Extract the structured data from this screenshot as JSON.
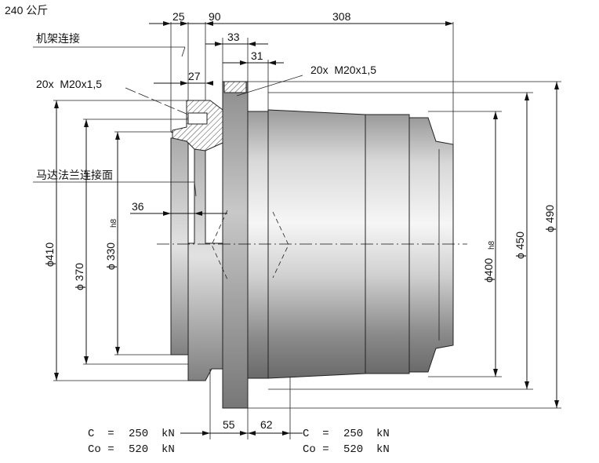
{
  "weight_label": "240 公斤",
  "labels": {
    "frame_connection": "机架连接",
    "motor_flange_face": "马达法兰连接面",
    "bolts_left": "20x  M20x1,5",
    "bolts_right": "20x  M20x1,5"
  },
  "dimensions": {
    "top_25": "25",
    "top_90": "90",
    "top_308": "308",
    "top_33": "33",
    "top_31": "31",
    "left_27": "27",
    "left_36": "36",
    "bottom_55": "55",
    "bottom_62": "62",
    "dia_410": "ϕ410",
    "dia_370": "ϕ 370",
    "dia_330": "ϕ 330",
    "dia_330_tol": "h8",
    "dia_400": "ϕ400",
    "dia_400_tol": "h8",
    "dia_450": "ϕ 450",
    "dia_490": "ϕ 490"
  },
  "loads_left": {
    "c_label": "C  =",
    "c_value": "250  kN",
    "co_label": "Co =",
    "co_value": "520  kN"
  },
  "loads_right": {
    "c_label": "C  =",
    "c_value": "250  kN",
    "co_label": "Co =",
    "co_value": "520  kN"
  }
}
